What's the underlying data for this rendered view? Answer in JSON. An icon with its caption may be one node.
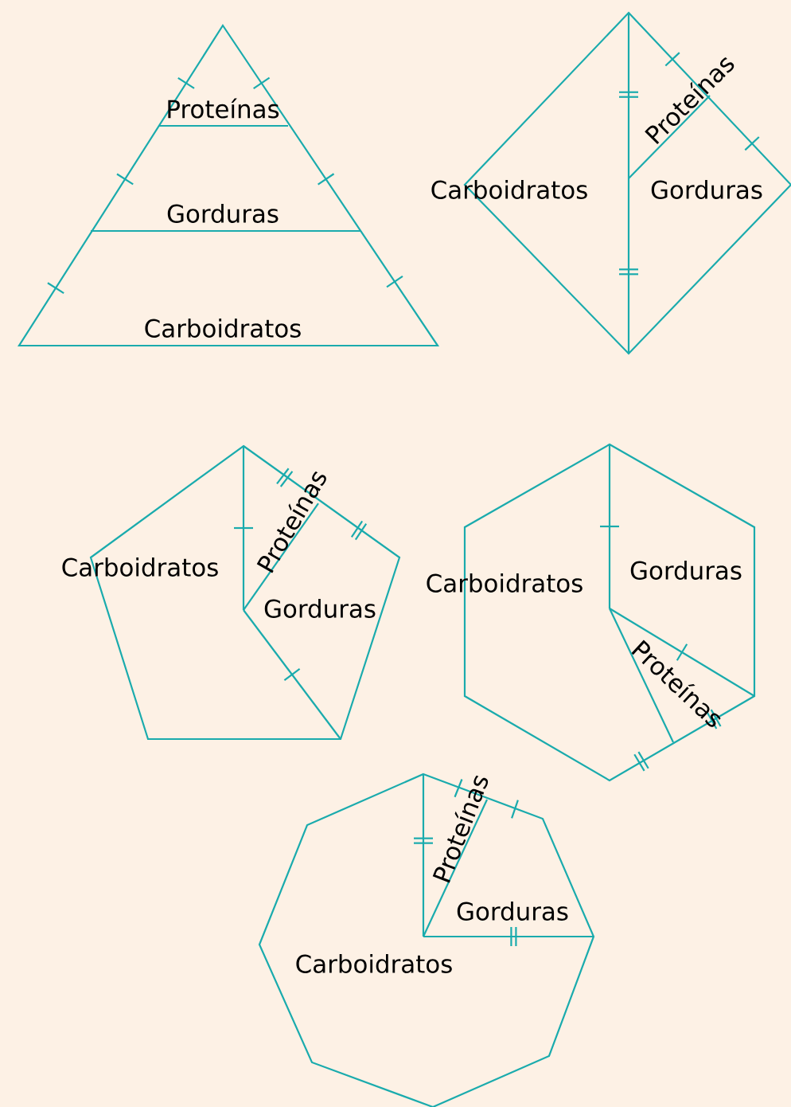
{
  "diagram": {
    "labels": [
      "Proteínas",
      "Gorduras",
      "Carboidratos",
      "Proteínas",
      "Carboidratos",
      "Gorduras",
      "Proteínas",
      "Carboidratos",
      "Gorduras",
      "Carboidratos",
      "Gorduras",
      "Proteínas",
      "Proteínas",
      "Gorduras",
      "Carboidratos"
    ]
  }
}
